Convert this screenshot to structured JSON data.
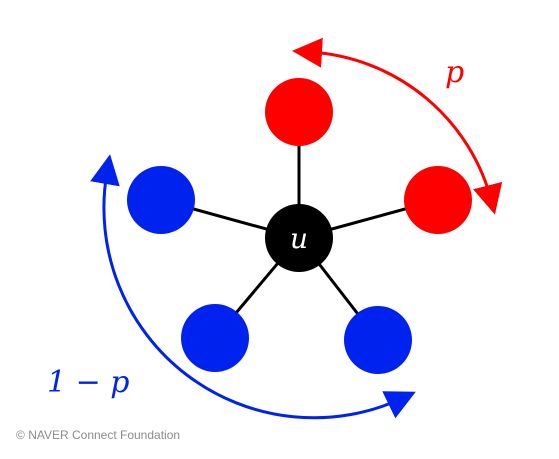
{
  "diagram": {
    "center_node": {
      "label": "u",
      "color": "#000000"
    },
    "neighbor_nodes": [
      {
        "id": "top",
        "color": "#ff0000"
      },
      {
        "id": "right",
        "color": "#ff0000"
      },
      {
        "id": "left",
        "color": "#0022ee"
      },
      {
        "id": "bottom-left",
        "color": "#0022ee"
      },
      {
        "id": "bottom-right",
        "color": "#0022ee"
      }
    ],
    "labels": {
      "red_prob": "p",
      "blue_prob": "1 − p"
    },
    "colors": {
      "red": "#ff0000",
      "blue": "#0022ee",
      "edge": "#000000"
    }
  },
  "footer": {
    "copyright_symbol": "©",
    "text": "NAVER Connect Foundation"
  }
}
